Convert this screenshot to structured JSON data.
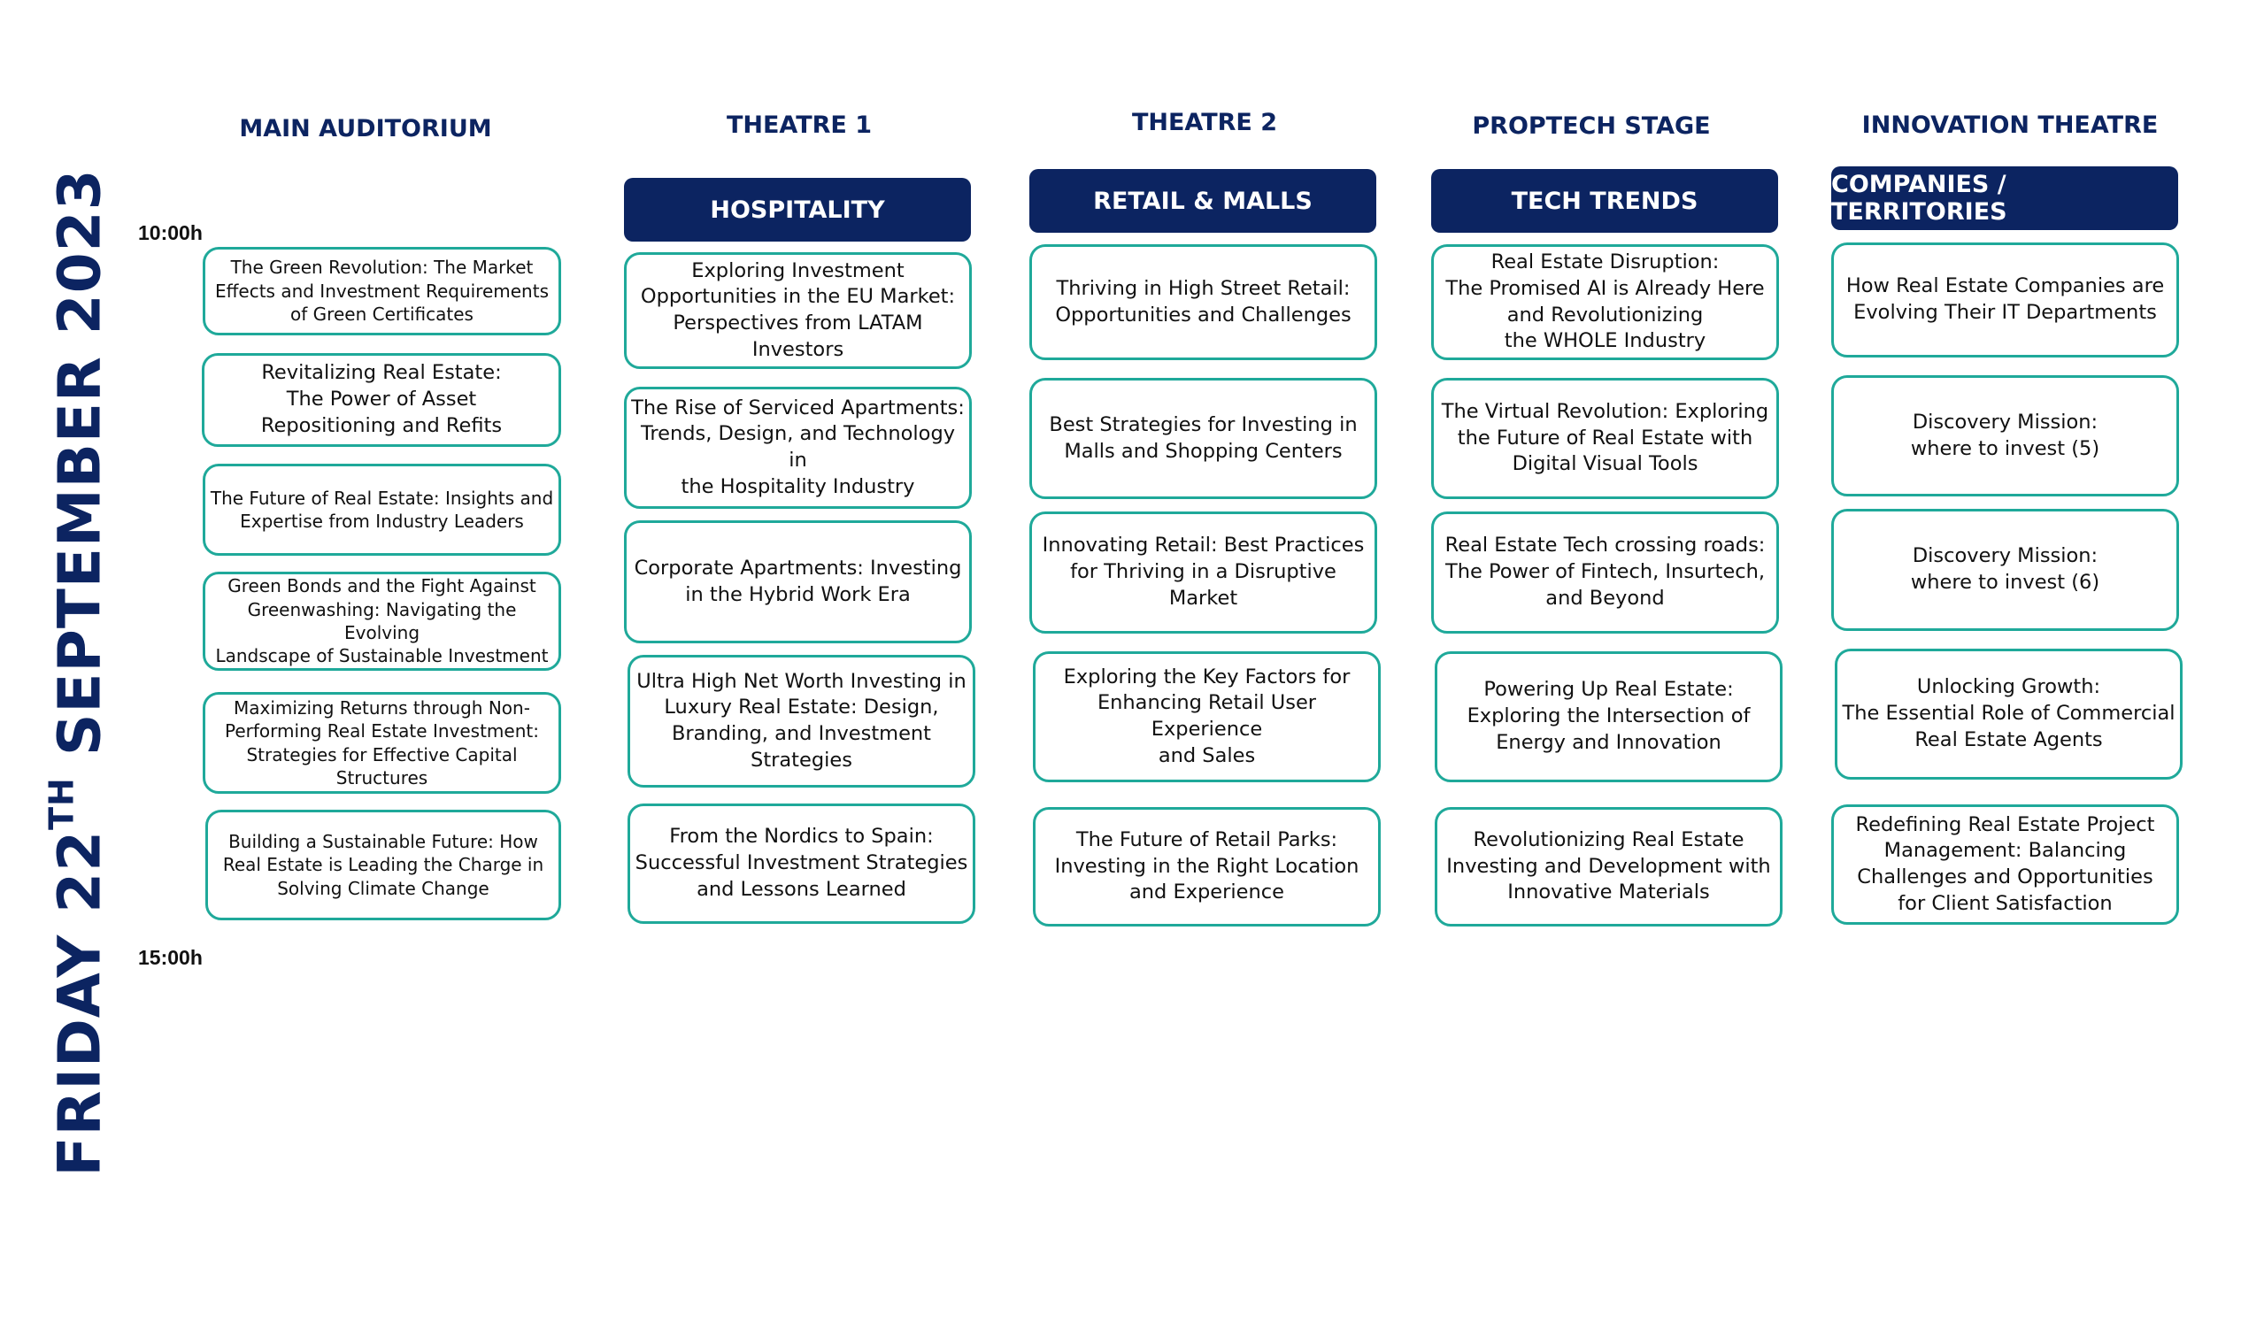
{
  "day": {
    "prefix": "FRIDAY 22",
    "suffix": "TH",
    "rest": " SEPTEMBER 2023"
  },
  "times": {
    "start": "10:00h",
    "end": "15:00h"
  },
  "columns": [
    {
      "title": "MAIN AUDITORIUM",
      "track": "",
      "sessions": [
        "The Green Revolution: The Market\nEffects and Investment Requirements\nof Green Certificates",
        "Revitalizing Real Estate:\nThe Power of Asset\nRepositioning and Refits",
        "The Future of Real Estate: Insights and\nExpertise from Industry Leaders",
        "Green Bonds and the Fight Against\nGreenwashing: Navigating the Evolving\nLandscape of Sustainable Investment",
        "Maximizing Returns through Non-\nPerforming Real Estate Investment:\nStrategies for Effective Capital\nStructures",
        "Building a Sustainable Future: How\nReal Estate is Leading the Charge in\nSolving Climate Change"
      ]
    },
    {
      "title": "THEATRE 1",
      "track": "HOSPITALITY",
      "sessions": [
        "Exploring Investment\nOpportunities in the EU Market:\nPerspectives from LATAM Investors",
        "The Rise of Serviced Apartments:\nTrends, Design, and Technology in\nthe Hospitality Industry",
        "Corporate Apartments: Investing\nin the Hybrid Work Era",
        "Ultra High Net Worth Investing in\nLuxury Real Estate: Design,\nBranding, and Investment\nStrategies",
        "From the Nordics to Spain:\nSuccessful Investment Strategies\nand Lessons Learned"
      ]
    },
    {
      "title": "THEATRE 2",
      "track": "RETAIL & MALLS",
      "sessions": [
        "Thriving in High Street Retail:\nOpportunities and Challenges",
        "Best Strategies for Investing in\nMalls and Shopping Centers",
        "Innovating Retail: Best Practices\nfor Thriving in a Disruptive Market",
        "Exploring the Key Factors for\nEnhancing Retail User Experience\nand Sales",
        "The Future of Retail Parks:\nInvesting in the Right Location\nand Experience"
      ]
    },
    {
      "title": "PROPTECH STAGE",
      "track": "TECH TRENDS",
      "sessions": [
        "Real Estate Disruption:\nThe Promised AI is Already Here\nand Revolutionizing\nthe WHOLE Industry",
        "The Virtual Revolution: Exploring\nthe Future of Real Estate with\nDigital Visual Tools",
        "Real Estate Tech crossing roads:\nThe Power of Fintech, Insurtech,\nand Beyond",
        "Powering Up Real Estate:\nExploring the Intersection of\nEnergy and Innovation",
        "Revolutionizing Real Estate\nInvesting and Development with\nInnovative Materials"
      ]
    },
    {
      "title": "INNOVATION THEATRE",
      "track": "COMPANIES / TERRITORIES",
      "sessions": [
        "How Real Estate Companies are\nEvolving Their IT Departments",
        "Discovery Mission:\nwhere to invest (5)",
        "Discovery Mission:\nwhere to invest (6)",
        "Unlocking Growth:\nThe Essential Role of Commercial\nReal Estate Agents",
        "Redefining Real Estate Project\nManagement: Balancing\nChallenges and Opportunities\nfor Client Satisfaction"
      ]
    }
  ]
}
